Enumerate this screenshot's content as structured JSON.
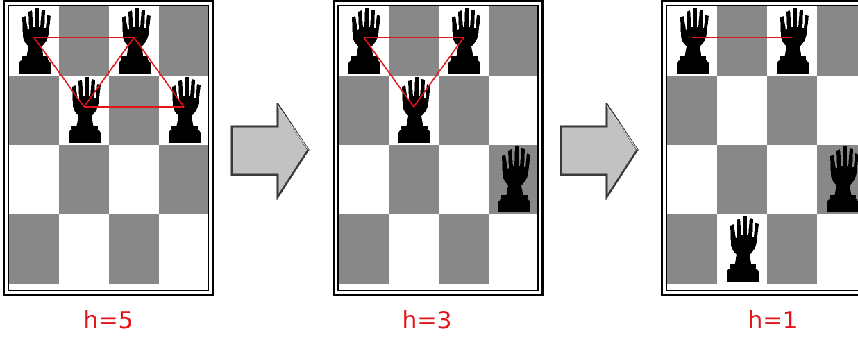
{
  "colors": {
    "dark": "#888888",
    "light": "#ffffff",
    "queen": "#000000",
    "conflict": "#e4141b",
    "arrow_fill": "#c2c2c2"
  },
  "boards": [
    {
      "label": "h=5",
      "queens": [
        [
          0,
          0
        ],
        [
          1,
          1
        ],
        [
          2,
          0
        ],
        [
          3,
          1
        ]
      ],
      "conflicts": [
        [
          [
            0,
            0
          ],
          [
            2,
            0
          ]
        ],
        [
          [
            0,
            0
          ],
          [
            1,
            1
          ]
        ],
        [
          [
            1,
            1
          ],
          [
            2,
            0
          ]
        ],
        [
          [
            2,
            0
          ],
          [
            3,
            1
          ]
        ],
        [
          [
            1,
            1
          ],
          [
            3,
            1
          ]
        ]
      ]
    },
    {
      "label": "h=3",
      "queens": [
        [
          0,
          0
        ],
        [
          1,
          1
        ],
        [
          2,
          0
        ],
        [
          3,
          2
        ]
      ],
      "conflicts": [
        [
          [
            0,
            0
          ],
          [
            2,
            0
          ]
        ],
        [
          [
            0,
            0
          ],
          [
            1,
            1
          ]
        ],
        [
          [
            1,
            1
          ],
          [
            2,
            0
          ]
        ]
      ]
    },
    {
      "label": "h=1",
      "queens": [
        [
          0,
          0
        ],
        [
          1,
          3
        ],
        [
          2,
          0
        ],
        [
          3,
          2
        ]
      ],
      "conflicts": [
        [
          [
            0,
            0
          ],
          [
            2,
            0
          ]
        ]
      ]
    }
  ],
  "arrows": [
    {
      "icon": "right-arrow-icon"
    },
    {
      "icon": "right-arrow-icon"
    }
  ]
}
